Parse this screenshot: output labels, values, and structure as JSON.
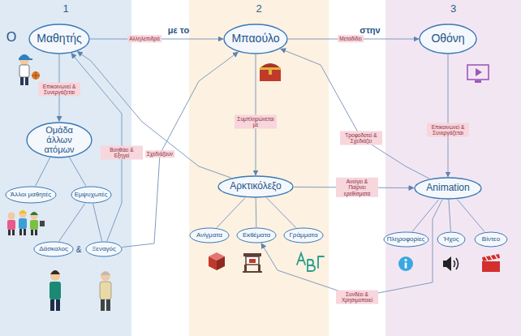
{
  "diagram": {
    "nodes": [
      {
        "text": [
          "1"
        ]
      },
      {
        "text": [
          "2"
        ]
      },
      {
        "text": [
          "3"
        ]
      },
      {
        "text": [
          "Μαθητής"
        ],
        "in": 0
      },
      {
        "text": [
          "Μπαούλο"
        ],
        "in": 1
      },
      {
        "text": [
          "Οθόνη"
        ],
        "in": 2
      },
      {
        "text": [
          "Ομάδα άλλων ατόμων"
        ],
        "in": 0
      },
      {
        "text": [
          "Άλλοι μαθητές"
        ],
        "in": 0
      },
      {
        "text": [
          "Εμψυχωτές"
        ],
        "in": 0
      },
      {
        "text": [
          "Δάσκαλος"
        ],
        "in": 0
      },
      {
        "text": [
          "Ξεναγός"
        ],
        "in": 0
      },
      {
        "text": [
          "Αρκτικόλεξο"
        ],
        "in": 1
      },
      {
        "text": [
          "Ανίγματα"
        ],
        "in": 1
      },
      {
        "text": [
          "Εκθέματα"
        ],
        "in": 1
      },
      {
        "text": [
          "Γράμματα"
        ],
        "in": 1
      },
      {
        "text": [
          "Animation"
        ],
        "in": 2
      },
      {
        "text": [
          "Πληροφορίες"
        ],
        "in": 2
      },
      {
        "text": [
          "Ήχος"
        ],
        "in": 2
      },
      {
        "text": [
          "Βίντεο"
        ],
        "in": 2
      }
    ],
    "edges": [
      {
        "from": 3,
        "to": 4,
        "label": "Αλληλεπιδρά",
        "arrow": "to"
      },
      {
        "from": 4,
        "to": 5,
        "label": "Μεταδίδει",
        "arrow": "to"
      },
      {
        "from": 3,
        "to": 6,
        "label": "Επικοινωνεί & Συνεργάζεται",
        "arrow": "to"
      },
      {
        "from": 6,
        "to": 7,
        "arrow": "none"
      },
      {
        "from": 6,
        "to": 8,
        "arrow": "none"
      },
      {
        "from": 8,
        "to": 9,
        "arrow": "none"
      },
      {
        "from": 8,
        "to": 10,
        "arrow": "none"
      },
      {
        "from": 10,
        "to": 3,
        "label": "Βοηθάει & Εξηγεί",
        "arrow": "to"
      },
      {
        "from": 10,
        "to": 4,
        "label": "Σχεδιάζουν",
        "arrow": "to"
      },
      {
        "from": 4,
        "to": 11,
        "label": "Συμπληρώνεται με",
        "arrow": "to"
      },
      {
        "from": 11,
        "to": 3,
        "arrow": "to"
      },
      {
        "from": 11,
        "to": 12,
        "arrow": "none"
      },
      {
        "from": 11,
        "to": 13,
        "arrow": "none"
      },
      {
        "from": 11,
        "to": 14,
        "arrow": "none"
      },
      {
        "from": 11,
        "to": 15,
        "label": "Ανοίγει & Παίρνει ερεθίσματα",
        "arrow": "to"
      },
      {
        "from": 15,
        "to": 4,
        "label": "Τροφοδοτεί & Σχεδιάζει",
        "arrow": "to"
      },
      {
        "from": 5,
        "to": 15,
        "label": "Επικοινωνεί & Συνεργάζεται",
        "arrow": "to"
      },
      {
        "from": 15,
        "to": 16,
        "arrow": "none"
      },
      {
        "from": 15,
        "to": 17,
        "arrow": "none"
      },
      {
        "from": 15,
        "to": 18,
        "arrow": "none"
      },
      {
        "from": 15,
        "to": 13,
        "label": "Συνδέει & Χρησιμοποιεί",
        "arrow": "to"
      }
    ],
    "labels": [
      "Ο",
      "με το",
      "στην",
      "&"
    ]
  }
}
